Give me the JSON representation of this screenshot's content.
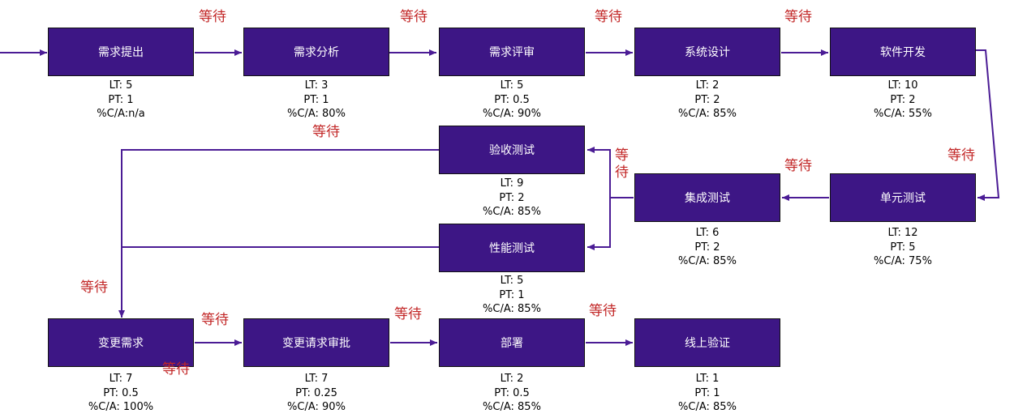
{
  "colors": {
    "box_fill": "#3d1685",
    "box_text": "#ffffff",
    "arrow": "#4b1c95",
    "wait_text": "#c22626"
  },
  "wait_label": "等待",
  "steps": [
    {
      "id": "s1",
      "name": "需求提出",
      "lt": "LT: 5",
      "pt": "PT: 1",
      "ca": "%C/A:n/a"
    },
    {
      "id": "s2",
      "name": "需求分析",
      "lt": "LT: 3",
      "pt": "PT: 1",
      "ca": "%C/A: 80%"
    },
    {
      "id": "s3",
      "name": "需求评审",
      "lt": "LT: 5",
      "pt": "PT: 0.5",
      "ca": "%C/A: 90%"
    },
    {
      "id": "s4",
      "name": "系统设计",
      "lt": "LT: 2",
      "pt": "PT: 2",
      "ca": "%C/A: 85%"
    },
    {
      "id": "s5",
      "name": "软件开发",
      "lt": "LT: 10",
      "pt": "PT: 2",
      "ca": "%C/A: 55%"
    },
    {
      "id": "s6",
      "name": "单元测试",
      "lt": "LT: 12",
      "pt": "PT: 5",
      "ca": "%C/A: 75%"
    },
    {
      "id": "s7",
      "name": "集成测试",
      "lt": "LT: 6",
      "pt": "PT: 2",
      "ca": "%C/A: 85%"
    },
    {
      "id": "s8",
      "name": "验收测试",
      "lt": "LT: 9",
      "pt": "PT: 2",
      "ca": "%C/A: 85%"
    },
    {
      "id": "s9",
      "name": "性能测试",
      "lt": "LT: 5",
      "pt": "PT: 1",
      "ca": "%C/A: 85%"
    },
    {
      "id": "s10",
      "name": "变更需求",
      "lt": "LT: 7",
      "pt": "PT: 0.5",
      "ca": "%C/A: 100%"
    },
    {
      "id": "s11",
      "name": "变更请求审批",
      "lt": "LT: 7",
      "pt": "PT: 0.25",
      "ca": "%C/A: 90%"
    },
    {
      "id": "s12",
      "name": "部署",
      "lt": "LT: 2",
      "pt": "PT: 0.5",
      "ca": "%C/A: 85%"
    },
    {
      "id": "s13",
      "name": "线上验证",
      "lt": "LT: 1",
      "pt": "PT: 1",
      "ca": "%C/A: 85%"
    }
  ]
}
